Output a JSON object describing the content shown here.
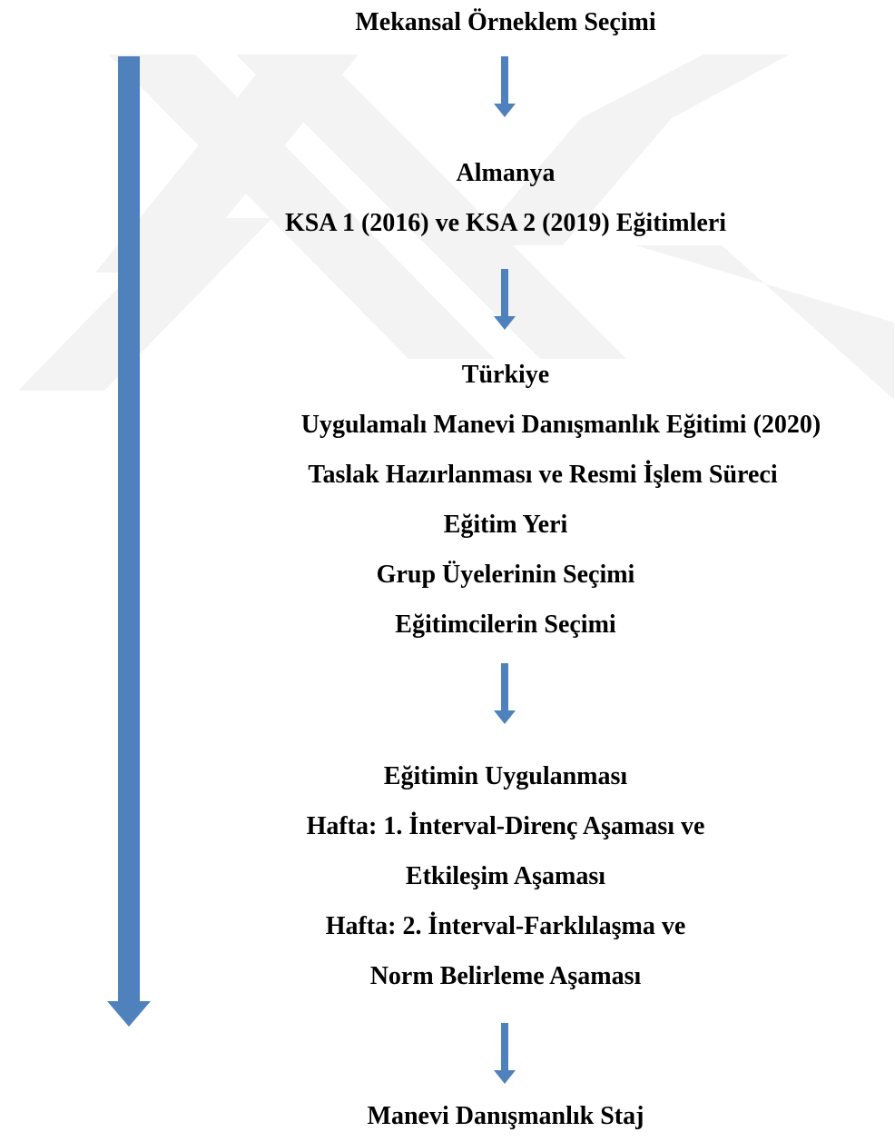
{
  "colors": {
    "arrow": "#4f81bd",
    "text": "#000000",
    "watermark": "#f2f2f2"
  },
  "icons": {
    "watermark": "institutional-logo-watermark",
    "timeline": "long-down-arrow-icon",
    "step": "down-arrow-icon"
  },
  "blocks": {
    "sampling": {
      "title": "Mekansal Örneklem Seçimi"
    },
    "germany": {
      "country": "Almanya",
      "trainings": "KSA 1 (2016) ve KSA 2 (2019) Eğitimleri"
    },
    "turkey": {
      "country": "Türkiye",
      "training": "Uygulamalı Manevi Danışmanlık Eğitimi (2020)",
      "draft": "Taslak Hazırlanması ve Resmi İşlem Süreci",
      "place": "Eğitim Yeri",
      "members": "Grup Üyelerinin Seçimi",
      "trainers": "Eğitimcilerin Seçimi"
    },
    "implementation": {
      "title": "Eğitimin Uygulanması",
      "week1_line1": "Hafta: 1. İnterval-Direnç Aşaması ve",
      "week1_line2": "Etkileşim Aşaması",
      "week2_line1": "Hafta: 2. İnterval-Farklılaşma ve",
      "week2_line2": "Norm Belirleme Aşaması"
    },
    "internship": {
      "title": "Manevi Danışmanlık Staj"
    }
  }
}
